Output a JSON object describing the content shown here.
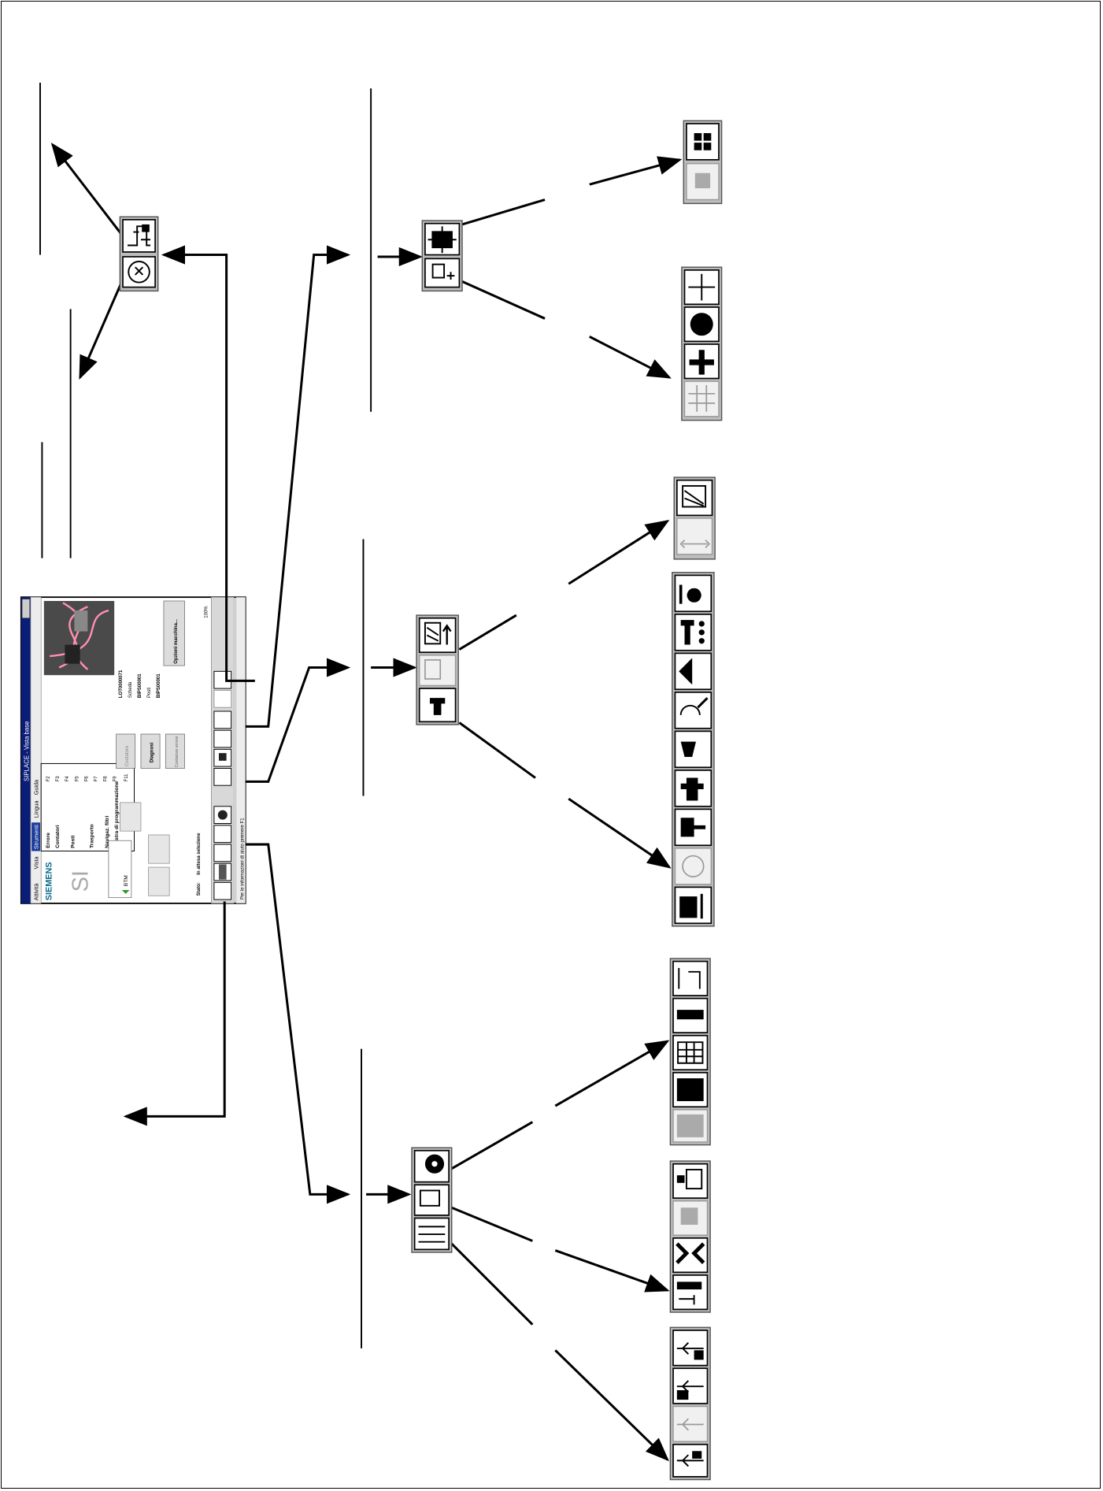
{
  "screen": {
    "window_title": "SIPLACE - Vista base",
    "menu": [
      "Attività",
      "Vista",
      "Strumenti",
      "Lingua",
      "Guida"
    ],
    "logo": "SIEMENS",
    "logo_initials": "SI",
    "dropdown_items": [
      "Errore",
      "Contatori",
      "Posti",
      "Trasporto",
      "Navigaz. filtri",
      "Piastra di programmazione"
    ],
    "dropdown_keys": [
      "F2",
      "F3",
      "F4",
      "F5",
      "F6",
      "F7",
      "F8",
      "F9",
      "F11"
    ],
    "tree_item": "BTM",
    "info_lines": [
      "LOT0000071",
      "Scheda",
      "BIPS00001",
      "Posti",
      "BIPS00001"
    ],
    "side_buttons": [
      "Contatore",
      "Diagnosi",
      "Contatore errore"
    ],
    "machine_options_button": "Opzioni macchina...",
    "status_label": "Stato:",
    "status_value": "In attesa selezione",
    "zoom_label": "100%",
    "status_bar": "Per le informazioni di aiuto premere F1"
  },
  "icons": {
    "cam_head": "camera-head-icon",
    "component": "component-icon",
    "config": "configuration-icon",
    "feeder": "feeder-icon"
  }
}
